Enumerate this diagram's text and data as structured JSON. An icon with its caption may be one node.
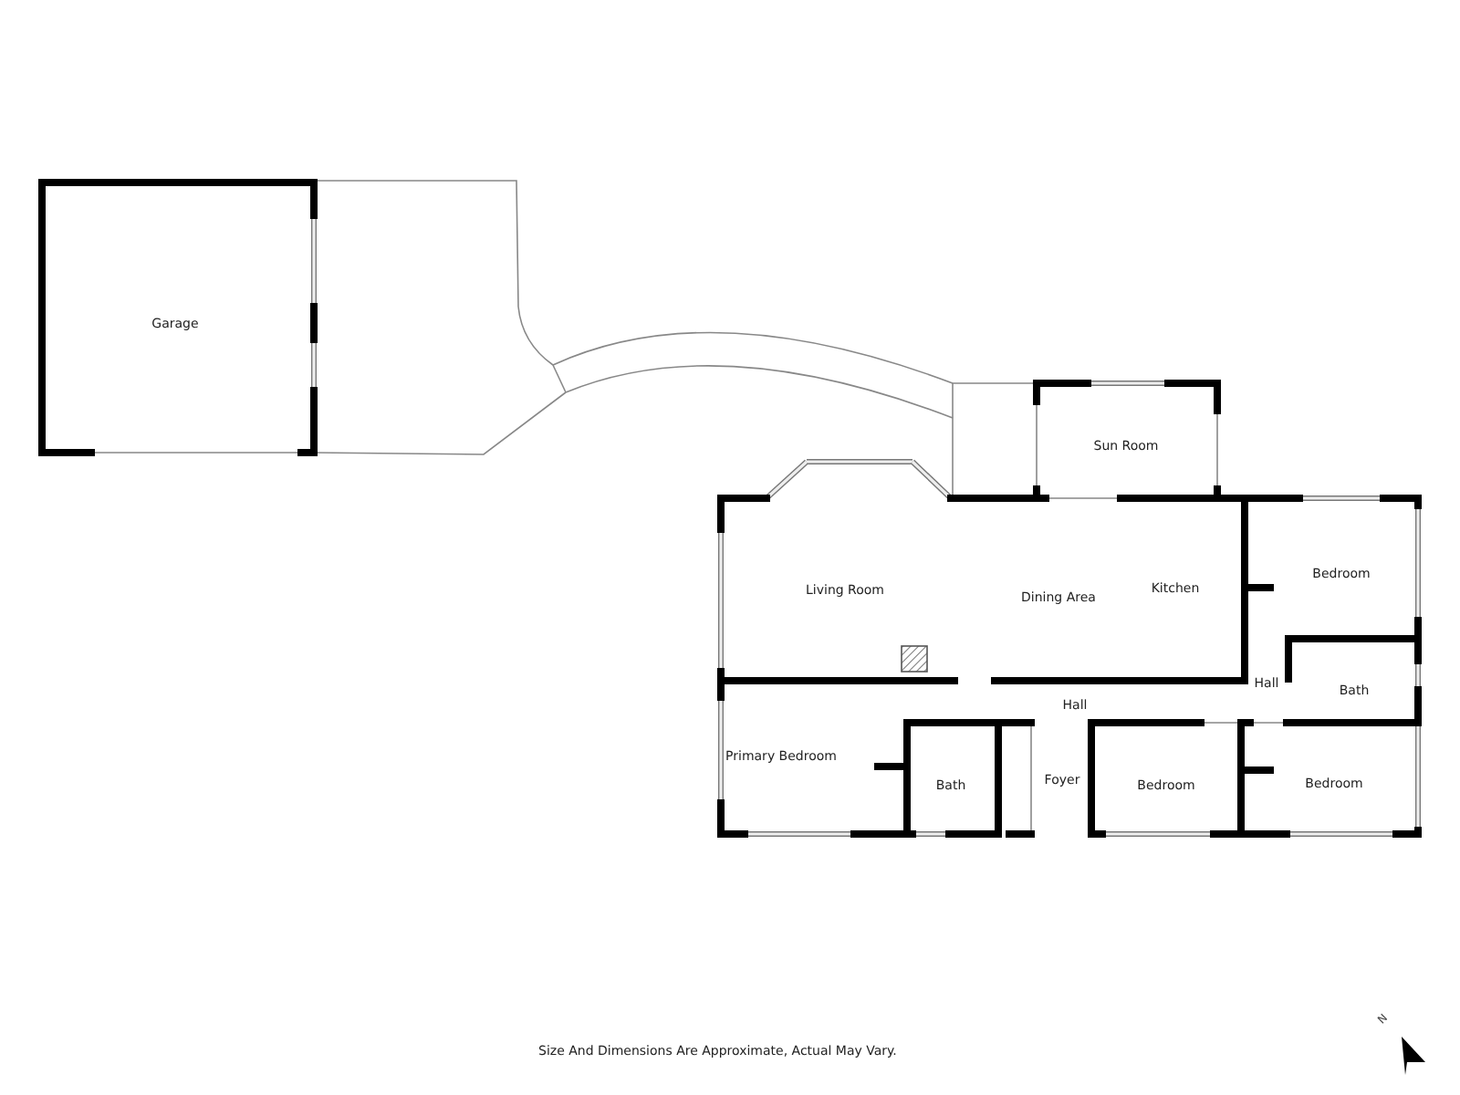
{
  "diagram": {
    "caption": "Size And Dimensions Are Approximate, Actual May Vary.",
    "nodes": [
      {
        "text": [
          "Garage"
        ]
      },
      {
        "text": [
          "Sun Room"
        ]
      },
      {
        "text": [
          "Living Room"
        ]
      },
      {
        "text": [
          "Dining Area"
        ]
      },
      {
        "text": [
          "Kitchen"
        ]
      },
      {
        "text": [
          "Bedroom"
        ]
      },
      {
        "text": [
          "Hall"
        ]
      },
      {
        "text": [
          "Bath"
        ]
      },
      {
        "text": [
          "Hall"
        ]
      },
      {
        "text": [
          "Primary Bedroom"
        ]
      },
      {
        "text": [
          "Bath"
        ]
      },
      {
        "text": [
          "Foyer"
        ]
      },
      {
        "text": [
          "Bedroom"
        ]
      },
      {
        "text": [
          "Bedroom"
        ]
      }
    ],
    "labels": [
      "N"
    ]
  }
}
